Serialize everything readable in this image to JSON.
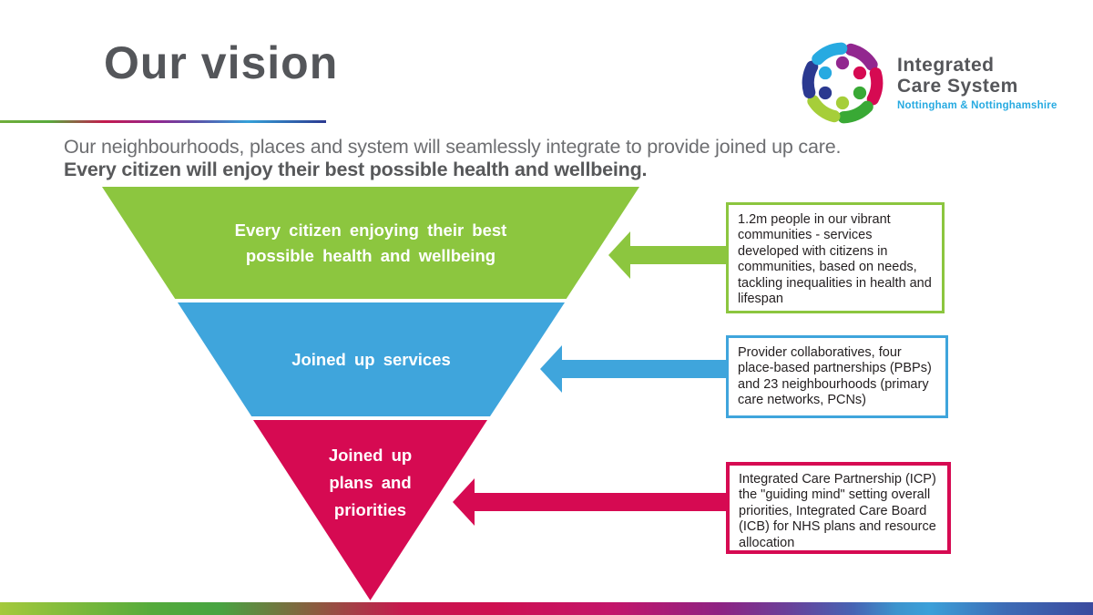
{
  "slide": {
    "title": "Our vision",
    "subtitle": {
      "line1": "Our neighbourhoods, places and system will seamlessly integrate to provide joined up care.",
      "line2": "Every citizen will enjoy their best possible health and wellbeing."
    }
  },
  "logo": {
    "line1": "Integrated",
    "line2": "Care System",
    "tagline": "Nottingham & Nottinghamshire",
    "colors": {
      "purple": "#92278F",
      "crimson": "#D60A52",
      "green": "#39A935",
      "lime": "#A6CE39",
      "navy": "#2B3990",
      "light_blue": "#27AAE1"
    }
  },
  "funnel": {
    "layers": [
      {
        "label": "Every citizen enjoying their best\npossible health and wellbeing",
        "color": "#8CC63F",
        "callout": "1.2m people in our vibrant communities - services developed with citizens in communities, based on needs, tackling inequalities in health and lifespan"
      },
      {
        "label": "Joined up services",
        "color": "#3FA5DC",
        "callout": "Provider collaboratives, four place-based partnerships (PBPs) and 23 neighbourhoods (primary care networks, PCNs)"
      },
      {
        "label": "Joined up\nplans and\npriorities",
        "color": "#D60A52",
        "callout": "Integrated Care Partnership (ICP) the \"guiding mind\" setting overall priorities, Integrated Care Board (ICB) for NHS plans and resource allocation"
      }
    ]
  },
  "theme": {
    "title_color": "#54565A",
    "subtitle_color": "#6D6E71",
    "body_text_color": "#231F20",
    "rainbow_bar": [
      "#A4C93C",
      "#54AA3B",
      "#8C5A40",
      "#CE1050",
      "#C3156A",
      "#8D2383",
      "#6B4099",
      "#4763B3",
      "#3BA0D9",
      "#3B4A9E"
    ]
  }
}
